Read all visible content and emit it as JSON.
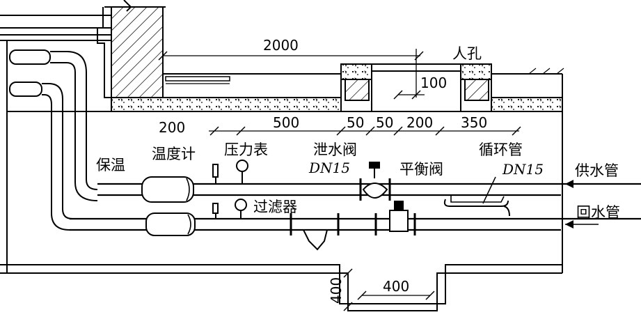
{
  "labels": {
    "manhole": "人孔",
    "insulation": "保温",
    "thermometer": "温度计",
    "pressure_gauge": "压力表",
    "drain_valve": "泄水阀",
    "drain_valve_size": "DN15",
    "balance_valve": "平衡阀",
    "circulation_pipe": "循环管",
    "circulation_pipe_size": "DN15",
    "filter": "过滤器",
    "supply_pipe": "供水管",
    "return_pipe": "回水管"
  },
  "dimensions": {
    "d2000": "2000",
    "d100": "100",
    "d200_left": "200",
    "d500": "500",
    "d50_a": "50",
    "d50_b": "50",
    "d200_mid": "200",
    "d350": "350",
    "d400_vertical": "400",
    "d400_horizontal": "400"
  },
  "colors": {
    "line": "#000000",
    "background": "#ffffff"
  }
}
